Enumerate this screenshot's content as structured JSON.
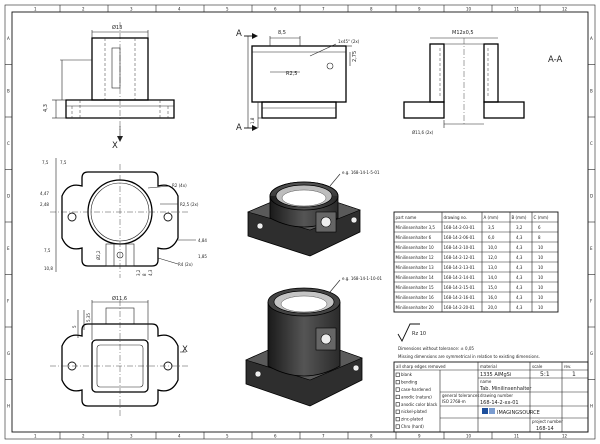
{
  "border": {
    "columns": [
      "1",
      "2",
      "3",
      "4",
      "5",
      "6",
      "7",
      "8",
      "9",
      "10",
      "11",
      "12"
    ],
    "rows": [
      "A",
      "B",
      "C",
      "D",
      "E",
      "F",
      "G",
      "H"
    ]
  },
  "labels": {
    "section_a_left": "A",
    "section_a_right": "A",
    "section_view_title": "A-A",
    "view_x_top": "X",
    "view_x_bottom": "X",
    "callout_top": "e.g. 168-14-1-5-01",
    "callout_bottom": "e.g. 168-14-1-10-01",
    "roughness": "Rz 10"
  },
  "dimensions": {
    "front_bore": "Ø13",
    "front_height": "4,3",
    "side_width": "8,5",
    "side_chamfer": "1x45° (2x)",
    "side_radius": "R2,5",
    "side_right": "2,75",
    "side_bottom": "1,8",
    "section_thread": "M12x0,5",
    "section_bore": "Ø11,6 (2x)",
    "plan_left": [
      "7,5",
      "7,5",
      "4,47",
      "2,48",
      "7,5",
      "10,8"
    ],
    "plan_r2": "R2 (4x)",
    "plan_r25": "R2,5 (2x)",
    "plan_right": [
      "4,84",
      "1,85"
    ],
    "plan_r4": "R4 (2x)",
    "plan_bottom_dims": [
      "Ø2,2",
      "3,2",
      "8",
      "4,3"
    ],
    "bottom_top": "Ø11,6",
    "bottom_left": [
      "5,35",
      "5"
    ]
  },
  "notes": {
    "tolerance": "Dimensions without tolerance: ± 0,05",
    "symmetric": "Missing dimensions are symmetrical in relation to existing dimensions."
  },
  "table": {
    "headers": [
      "part name",
      "drawing no.",
      "A (mm)",
      "B (mm)",
      "C (mm)"
    ],
    "rows": [
      [
        "Minilinsenhalter 3,5",
        "168-14-2-03-01",
        "3,5",
        "3,2",
        "6"
      ],
      [
        "Minilinsenhalter 6",
        "168-14-2-06-01",
        "6,0",
        "4,3",
        "8"
      ],
      [
        "Minilinsenhalter 10",
        "168-14-2-10-01",
        "10,0",
        "4,3",
        "10"
      ],
      [
        "Minilinsenhalter 12",
        "168-14-2-12-01",
        "12,0",
        "4,3",
        "10"
      ],
      [
        "Minilinsenhalter 13",
        "168-14-2-13-01",
        "13,0",
        "4,3",
        "10"
      ],
      [
        "Minilinsenhalter 14",
        "168-14-2-14-01",
        "14,0",
        "4,3",
        "10"
      ],
      [
        "Minilinsenhalter 15",
        "168-14-2-15-01",
        "15,0",
        "4,3",
        "10"
      ],
      [
        "Minilinsenhalter 16",
        "168-14-2-16-01",
        "16,0",
        "4,3",
        "10"
      ],
      [
        "Minilinsenhalter 20",
        "168-14-2-20-01",
        "20,0",
        "4,3",
        "10"
      ]
    ]
  },
  "title_block": {
    "edges": "all sharp edges removed",
    "checks": [
      "blank",
      "bending",
      "case-hardened",
      "anodic (nature)",
      "anodic color black",
      "nickel-plated",
      "zinc-plated",
      "Chro (hard)"
    ],
    "material_lbl": "material",
    "material": "1335 AlMgSi",
    "name_lbl": "name",
    "name": "Tab. Minilinsenhalter",
    "drawing_lbl": "drawing number",
    "drawing": "168-14-2-xx-01",
    "project_lbl": "project number",
    "project": "168-14",
    "scale_lbl": "scale",
    "scale": "5:1",
    "general_tol": "general tolerances",
    "tol_std": "ISO 2768-m",
    "logo": "IMAGINGSOURCE",
    "rev": "rev.",
    "sheet": "1"
  }
}
